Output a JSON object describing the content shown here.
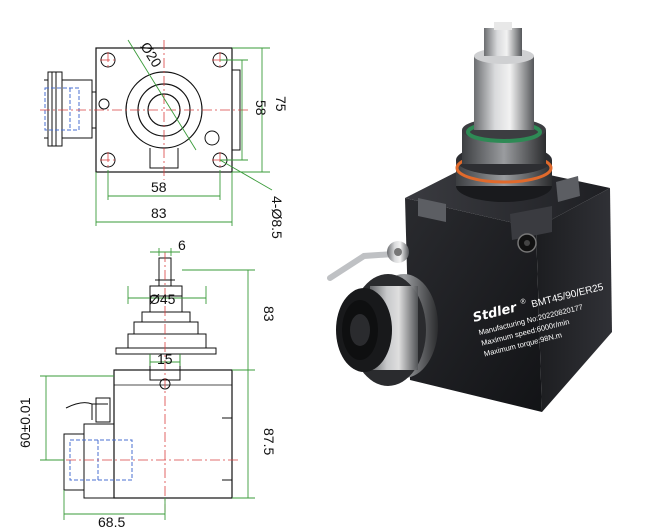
{
  "top_view": {
    "dims": {
      "bore": "Ø20",
      "height_outer": "75",
      "height_inner": "58",
      "width_inner": "58",
      "width_outer": "83",
      "holes": "4-Ø8.5"
    }
  },
  "front_view": {
    "dims": {
      "key_width": "6",
      "shank_dia": "Ø45",
      "shank_height": "83",
      "slot_width": "15",
      "body_height": "87.5",
      "center_height": "60±0.01",
      "center_offset": "68.5"
    }
  },
  "product": {
    "brand": "Stdler",
    "registered": "®",
    "model": "BMT45/90/ER25",
    "manufacturing": "Manufacturing No:20220820177",
    "max_speed": "Maximum speed:6000r/min",
    "max_torque": "Maximum torque:98N.m"
  },
  "colors": {
    "dimension_line": "#3a9b3a",
    "center_line": "#d94040",
    "hidden_line": "#4a6fd1",
    "body": "#1b1c1f"
  }
}
